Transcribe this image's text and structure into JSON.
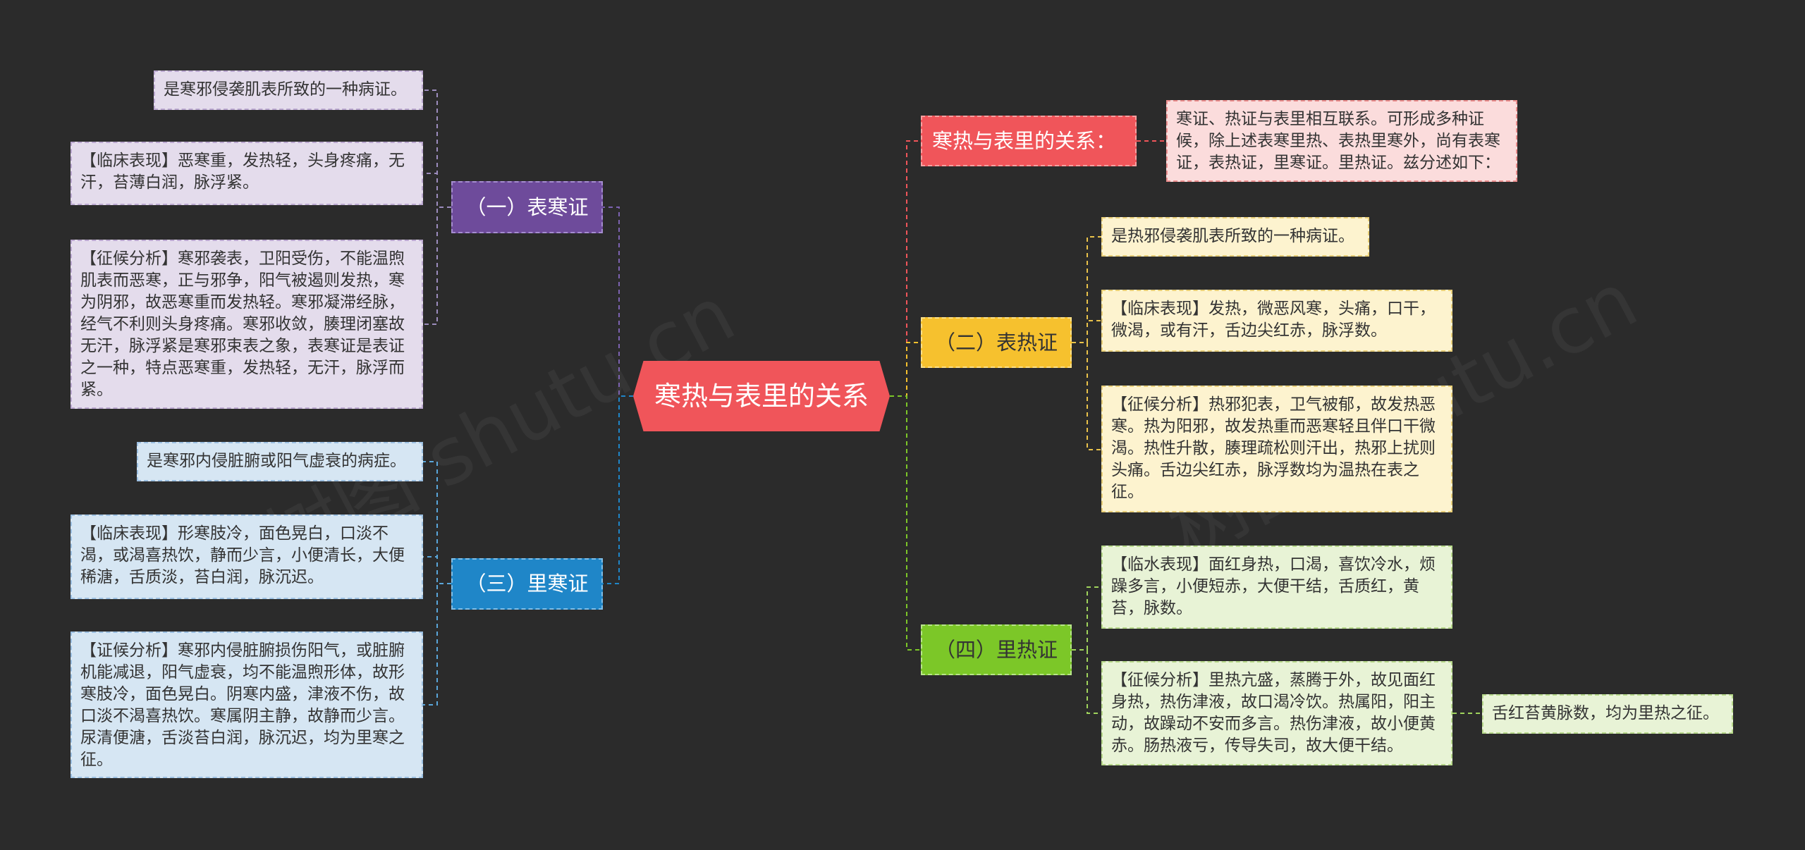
{
  "colors": {
    "root": "#f0555a",
    "purple": "#6e4b9b",
    "blue": "#1f86c8",
    "red": "#f0555a",
    "yellow": "#f6c12e",
    "green": "#7cc728"
  },
  "root": {
    "label": "寒热与表里的关系"
  },
  "branches": {
    "b1": {
      "label": "（一）表寒证"
    },
    "b2": {
      "label": "（三）里寒证"
    },
    "b3": {
      "label": "寒热与表里的关系："
    },
    "b4": {
      "label": "（二）表热证"
    },
    "b5": {
      "label": "（四）里热证"
    }
  },
  "leaves": {
    "l1": "是寒邪侵袭肌表所致的一种病证。",
    "l2": "【临床表现】恶寒重，发热轻，头身疼痛，无汗，苔薄白润，脉浮紧。",
    "l3": "【征候分析】寒邪袭表，卫阳受伤，不能温煦肌表而恶寒，正与邪争，阳气被遏则发热，寒为阴邪，故恶寒重而发热轻。寒邪凝滞经脉，经气不利则头身疼痛。寒邪收敛，腠理闭塞故无汗，脉浮紧是寒邪束表之象，表寒证是表证之一种，特点恶寒重，发热轻，无汗，脉浮而紧。",
    "l4": "是寒邪内侵脏腑或阳气虚衰的病症。",
    "l5": "【临床表现】形寒肢冷，面色晃白，口淡不渴，或渴喜热饮，静而少言，小便清长，大便稀溏，舌质淡，苔白润，脉沉迟。",
    "l6": "【证候分析】寒邪内侵脏腑损伤阳气，或脏腑机能减退，阳气虚衰，均不能温煦形体，故形寒肢冷，面色晃白。阴寒内盛，津液不伤，故口淡不渴喜热饮。寒属阴主静，故静而少言。尿清便溏，舌淡苔白润，脉沉迟，均为里寒之征。",
    "r1": "寒证、热证与表里相互联系。可形成多种证候，除上述表寒里热、表热里寒外，尚有表寒证，表热证，里寒证。里热证。兹分述如下：",
    "r2": "是热邪侵袭肌表所致的一种病证。",
    "r3": "【临床表现】发热，微恶风寒，头痛，口干，微渴，或有汗，舌边尖红赤，脉浮数。",
    "r4": "【征候分析】热邪犯表，卫气被郁，故发热恶寒。热为阳邪，故发热重而恶寒轻且伴口干微渴。热性升散，腠理疏松则汗出，热邪上扰则头痛。舌边尖红赤，脉浮数均为温热在表之征。",
    "r5": "【临水表现】面红身热，口渴，喜饮冷水，烦躁多言，小便短赤，大便干结，舌质红，黄苔，脉数。",
    "r6": "【征候分析】里热亢盛，蒸腾于外，故见面红身热，热伤津液，故口渴冷饮。热属阳，阳主动，故躁动不安而多言。热伤津液，故小便黄赤。肠热液亏，传导失司，故大便干结。",
    "r7": "舌红苔黄脉数，均为里热之征。"
  },
  "watermark": "树图 shutu.cn"
}
